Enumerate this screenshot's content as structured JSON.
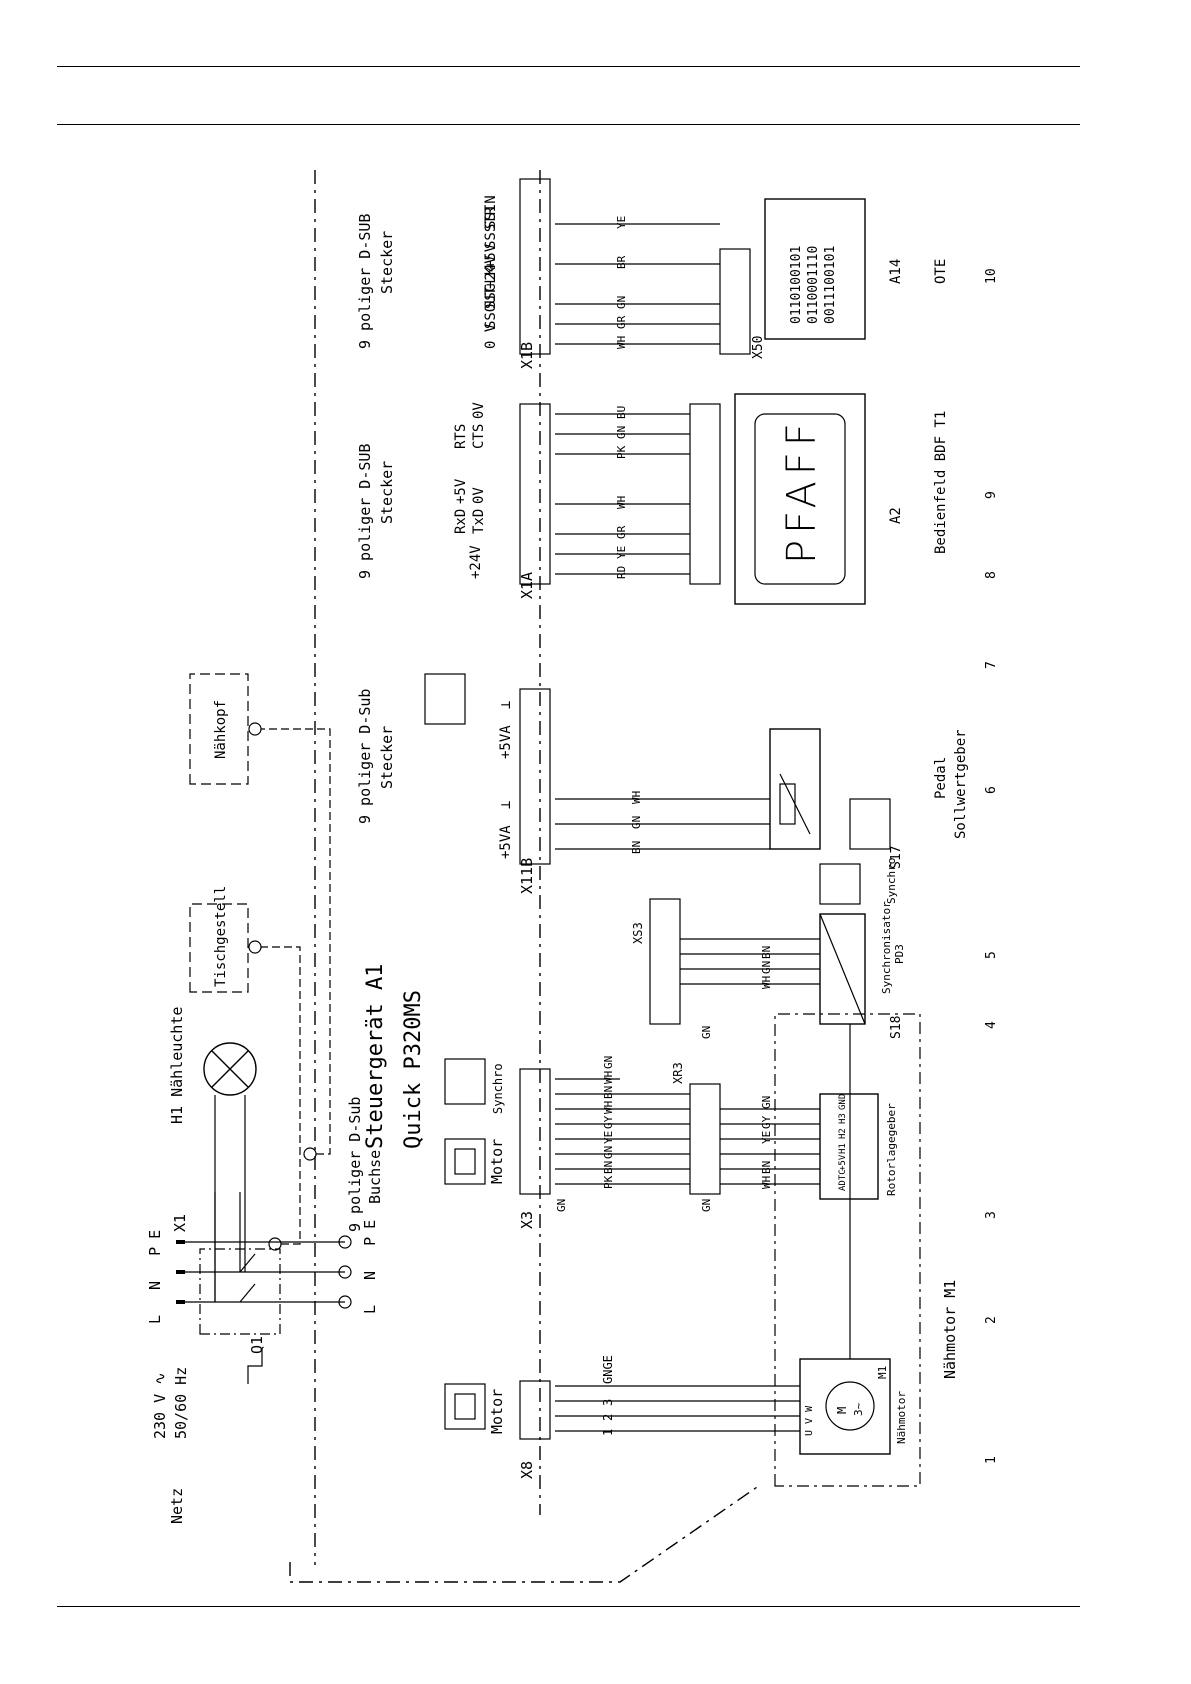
{
  "page_rules": [
    "top-rule-1",
    "top-rule-2",
    "bottom-rule"
  ],
  "controller": {
    "title": "Steuergerät A1",
    "model": "Quick P320MS"
  },
  "power": {
    "net": "Netz",
    "voltage": "230 V ∿",
    "frequency": "50/60 Hz",
    "switch": "Q1",
    "terminal": "X1"
  },
  "lamp": {
    "label": "H1 Nähleuchte"
  },
  "ground_blocks": {
    "table": "Tischgestell",
    "head": "Nähkopf"
  },
  "socket": {
    "line1": "9 poliger D-Sub",
    "line2": "Buchse",
    "pins": "L N PE"
  },
  "power_pins": "L N PE",
  "plug_a": {
    "line1": "9 poliger D-SUB",
    "line2": "Stecker",
    "id": "X1A",
    "signals": [
      "+24V",
      "RxD",
      "TxD",
      "+5V",
      "0V",
      "RTS",
      "CTS",
      "0V"
    ],
    "wires": [
      "RD",
      "YE",
      "GR",
      "WH",
      "PK",
      "GN",
      "BU"
    ]
  },
  "plug_b": {
    "line1": "9 poliger D-SUB",
    "line2": "Stecker",
    "id": "X1B",
    "signals": [
      "0 V",
      "SSOUT",
      "SSCLK",
      "+24V",
      "+5V",
      "SSSTR",
      "SSIN"
    ],
    "wires": [
      "WH",
      "GR",
      "GN",
      "BR",
      "YE"
    ]
  },
  "ote": {
    "id": "A14",
    "name": "OTE",
    "connector": "X50",
    "bits": [
      "0110100101",
      "0110001110",
      "0011100101"
    ]
  },
  "panel": {
    "id": "A2",
    "name": "Bedienfeld BDF T1",
    "brand": "PFAFF"
  },
  "pedal": {
    "plug_line1": "9 poliger D-Sub",
    "plug_line2": "Stecker",
    "id": "X11B",
    "sig_5va": "+5VA",
    "sig_gnd": "⊥",
    "sensor_id": "S17",
    "name_line1": "Pedal",
    "name_line2": "Sollwertgeber",
    "wires": [
      "WH",
      "GN",
      "BN"
    ]
  },
  "synchronizer": {
    "connector": "XS3",
    "id": "S18",
    "name_line1": "Synchronisator",
    "name_line2": "PD3",
    "icon_label": "Synchro",
    "wires": [
      "BN",
      "GN",
      "WH"
    ],
    "ground": "GN"
  },
  "x3": {
    "id": "X3",
    "motor_label": "Motor",
    "synchro_label": "Synchro",
    "wires": [
      "GN",
      "WH",
      "BN",
      "WH",
      "GY",
      "YE",
      "GN",
      "BN",
      "PK"
    ],
    "ground": "GN"
  },
  "xr3": {
    "id": "XR3",
    "wires": [
      "GN",
      "GY",
      "YE",
      "BN",
      "WH"
    ],
    "ground": "GN"
  },
  "encoder": {
    "name": "Rotorlagegeber",
    "pins": [
      "GND",
      "H3",
      "H2",
      "H1",
      "+5V",
      "ADTC"
    ]
  },
  "x8": {
    "id": "X8",
    "motor_label": "Motor",
    "wires": [
      "GNGE",
      "3",
      "2",
      "1"
    ]
  },
  "motor": {
    "id": "M1",
    "name": "Nähmotor M1",
    "inner": "Nähmotor",
    "sym_m": "M",
    "sym_3": "3~",
    "phases": "U V W"
  },
  "grid_numbers": [
    "1",
    "2",
    "3",
    "4",
    "5",
    "6",
    "7",
    "8",
    "9",
    "10"
  ]
}
